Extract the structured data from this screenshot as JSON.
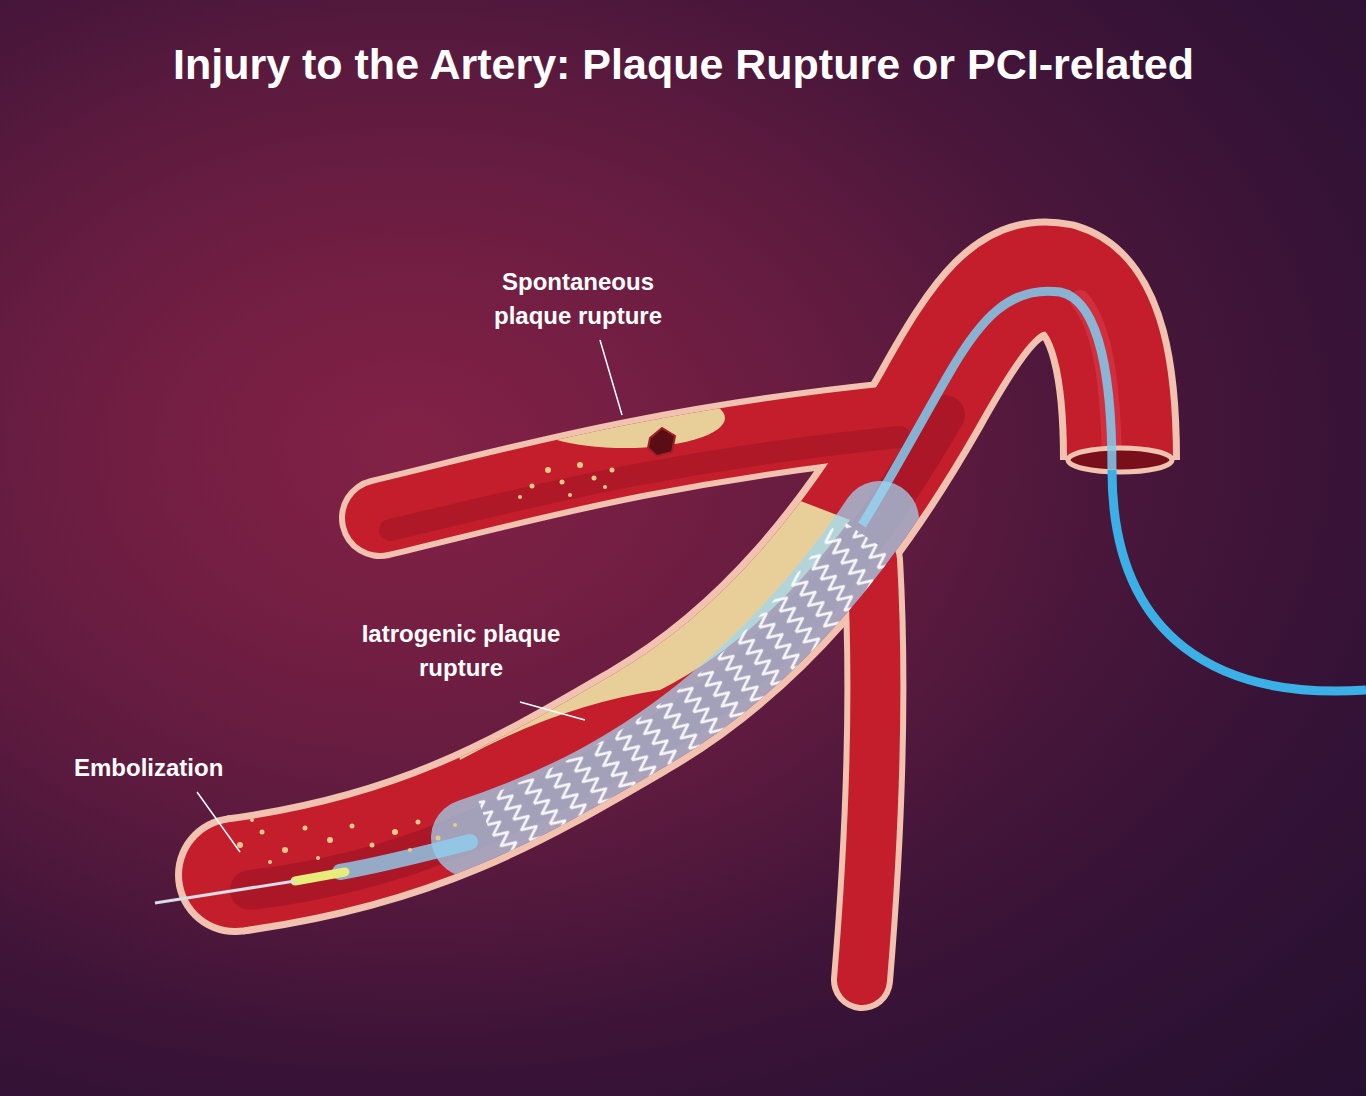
{
  "diagram": {
    "title": "Injury to the Artery: Plaque Rupture or PCI-related",
    "labels": [
      "Spontaneous plaque rupture",
      "Iatrogenic plaque rupture",
      "Embolization"
    ]
  }
}
